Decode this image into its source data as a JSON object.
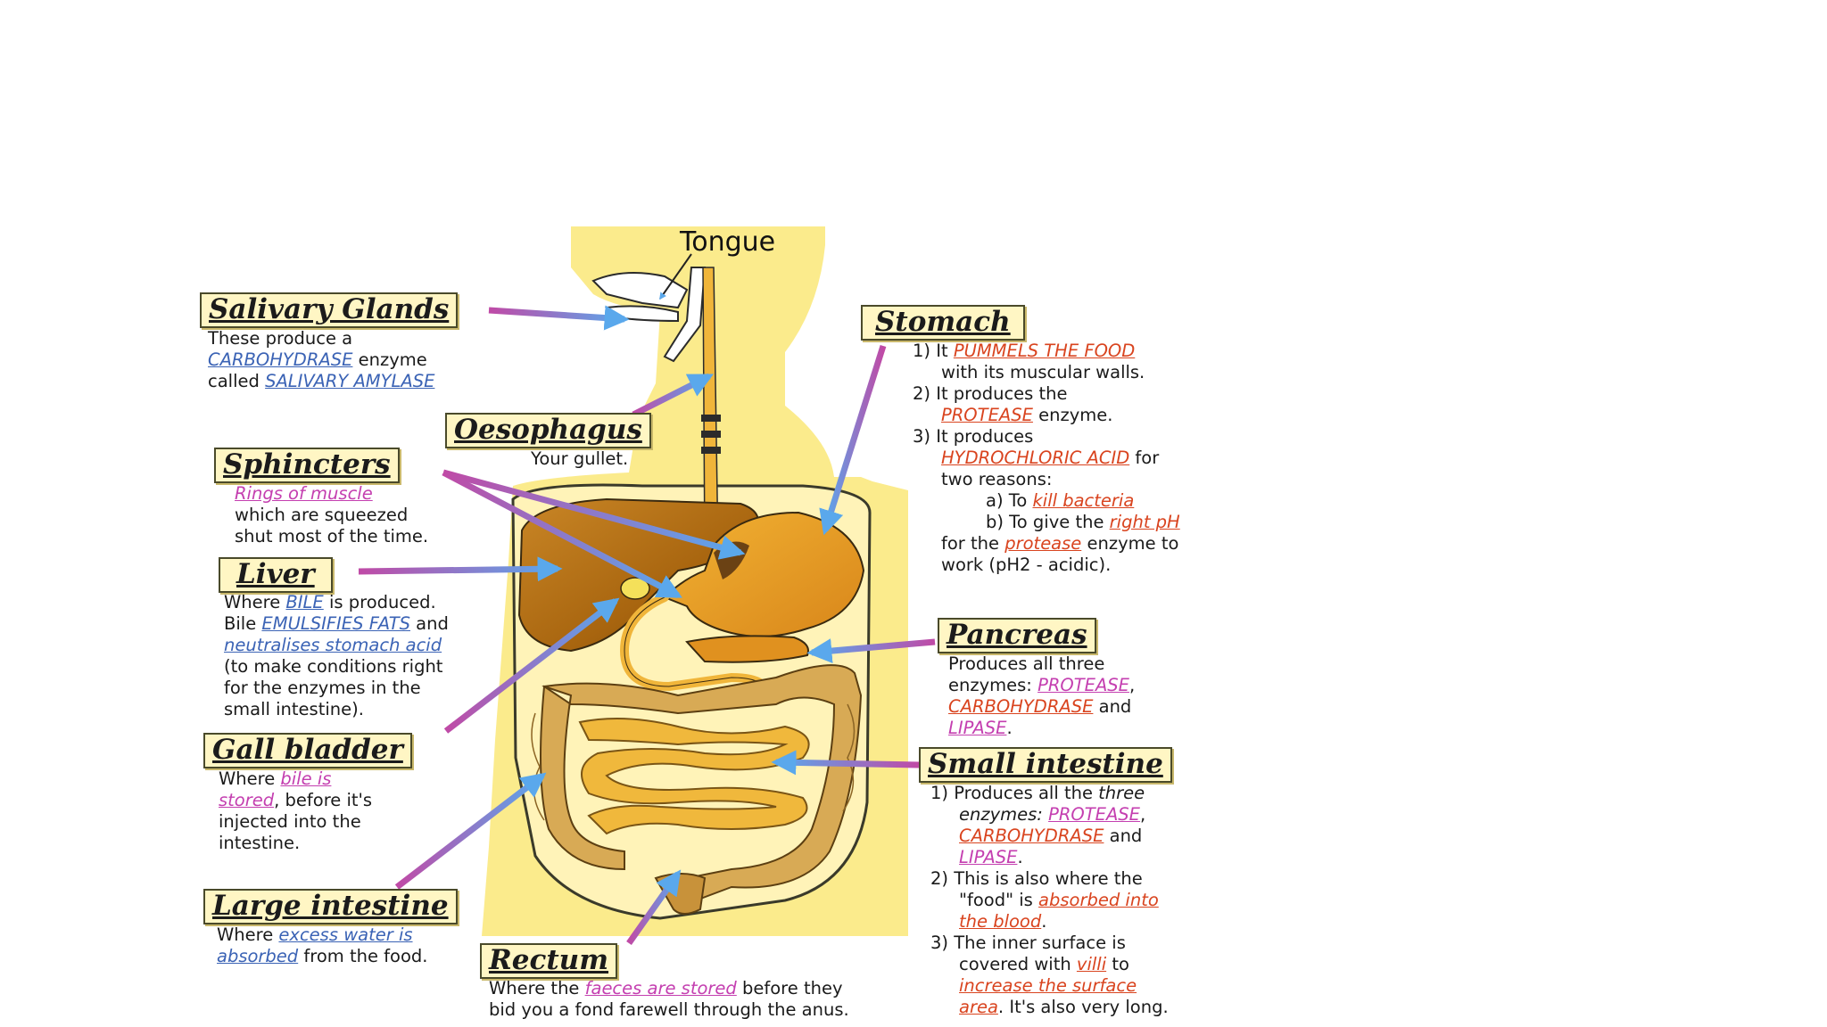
{
  "tongue": "Tongue",
  "salivary": {
    "title": "Salivary Glands",
    "l1": "These produce a",
    "l2a": "CARBOHYDRASE",
    "l2b": " enzyme",
    "l3a": "called ",
    "l3b": "SALIVARY AMYLASE"
  },
  "oesophagus": {
    "title": "Oesophagus",
    "l1": "Your gullet."
  },
  "sphincters": {
    "title": "Sphincters",
    "l1": "Rings of muscle",
    "l2": "which are squeezed",
    "l3": "shut most of the time."
  },
  "liver": {
    "title": "Liver",
    "l1a": "Where ",
    "l1b": "BILE",
    "l1c": " is produced.",
    "l2a": "Bile ",
    "l2b": "EMULSIFIES FATS",
    "l2c": " and",
    "l3": "neutralises stomach acid",
    "l4": "(to make conditions right",
    "l5": "for the enzymes in the",
    "l6": "small intestine)."
  },
  "gall": {
    "title": "Gall bladder",
    "l1a": "Where ",
    "l1b": "bile is",
    "l2a": "stored",
    "l2b": ", before it's",
    "l3": "injected into the",
    "l4": "intestine."
  },
  "large": {
    "title": "Large intestine",
    "l1a": "Where ",
    "l1b": "excess water is",
    "l2a": "absorbed",
    "l2b": " from the food."
  },
  "rectum": {
    "title": "Rectum",
    "l1a": "Where the ",
    "l1b": "faeces are stored",
    "l1c": " before they",
    "l2": "bid you a fond farewell through the anus."
  },
  "stomach": {
    "title": "Stomach",
    "l1a": "1) It ",
    "l1b": "PUMMELS THE FOOD",
    "l2": "with its muscular walls.",
    "l3": "2) It produces the",
    "l4a": "PROTEASE",
    "l4b": " enzyme.",
    "l5": "3) It produces",
    "l6a": "HYDROCHLORIC ACID",
    "l6b": " for",
    "l7": "two reasons:",
    "l8a": "a) To ",
    "l8b": "kill bacteria",
    "l9a": "b) To give the ",
    "l9b": "right pH",
    "l10a": "for the ",
    "l10b": "protease",
    "l10c": " enzyme to",
    "l11": "work (pH2 - acidic)."
  },
  "pancreas": {
    "title": "Pancreas",
    "l1": "Produces all three",
    "l2a": "enzymes: ",
    "l2b": "PROTEASE",
    "l2c": ",",
    "l3a": "CARBOHYDRASE",
    "l3b": "  and",
    "l4a": "LIPASE",
    "l4b": "."
  },
  "small": {
    "title": "Small intestine",
    "l1a": "1) Produces all the ",
    "l1b": "three",
    "l2a": "enzymes: ",
    "l2b": "PROTEASE",
    "l2c": ",",
    "l3a": "CARBOHYDRASE",
    "l3b": " and",
    "l4a": "LIPASE",
    "l4b": ".",
    "l5": "2) This is also where the",
    "l6a": "\"food\" is ",
    "l6b": "absorbed into",
    "l7a": "the blood",
    "l7b": ".",
    "l8": "3) The inner surface is",
    "l9a": "covered with ",
    "l9b": "villi",
    "l9c": " to",
    "l10": "increase the surface",
    "l11a": "area",
    "l11b": ". It's also very long."
  },
  "colors": {
    "body": "#fbeb8c",
    "label_box": "#fff6c4",
    "arrow_pink": "#c04aa6",
    "arrow_blue": "#5aa8ec",
    "liver": "#b8741a",
    "stomach": "#e8a21f",
    "small_intestine": "#f0b83c",
    "large_intestine": "#d8aa55",
    "blue_text": "#3b63b5",
    "red_text": "#d9441f",
    "pink_text": "#c43fb0"
  }
}
